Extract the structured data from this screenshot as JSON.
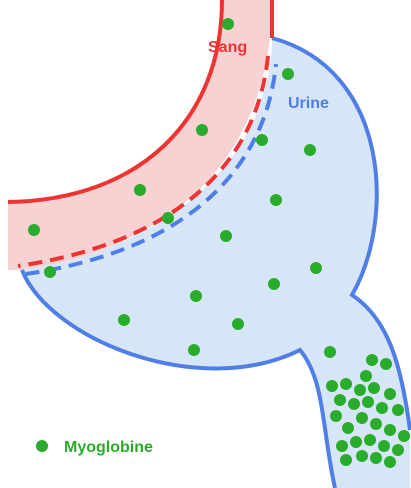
{
  "labels": {
    "blood": "Sang",
    "urine": "Urine",
    "legend": "Myoglobine"
  },
  "colors": {
    "blood_fill": "#f8d2d2",
    "blood_stroke": "#ee3333",
    "urine_fill": "#d6e6f7",
    "urine_stroke": "#4f7ee6",
    "particle": "#2bab2b"
  },
  "icons": {
    "legend_marker": "green-dot-icon"
  }
}
